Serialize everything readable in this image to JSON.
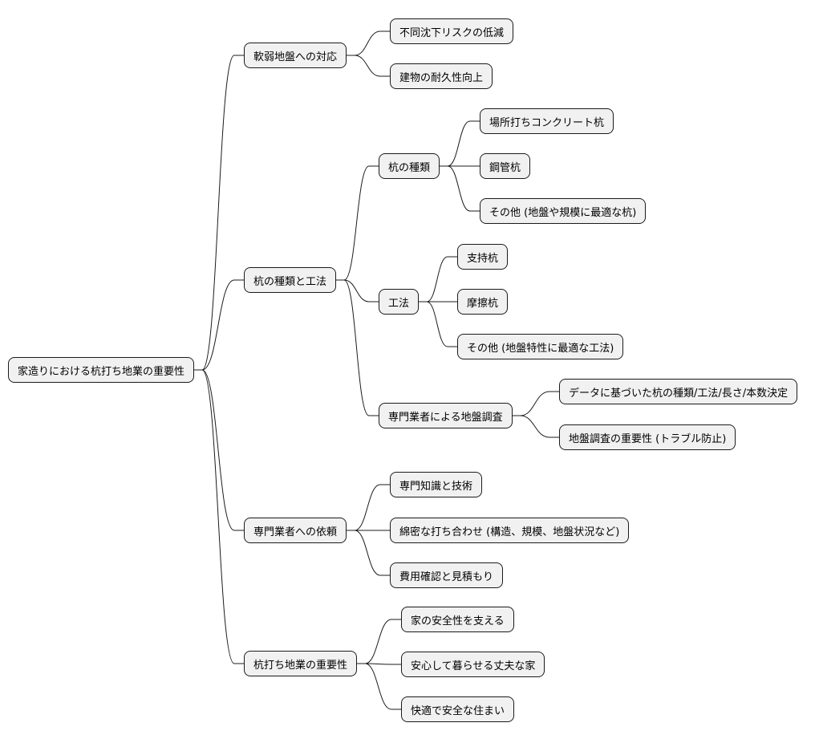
{
  "mindmap": {
    "root": {
      "label": "家造りにおける杭打ち地業の重要性",
      "children": [
        {
          "label": "軟弱地盤への対応",
          "children": [
            {
              "label": "不同沈下リスクの低減",
              "children": []
            },
            {
              "label": "建物の耐久性向上",
              "children": []
            }
          ]
        },
        {
          "label": "杭の種類と工法",
          "children": [
            {
              "label": "杭の種類",
              "children": [
                {
                  "label": "場所打ちコンクリート杭",
                  "children": []
                },
                {
                  "label": "鋼管杭",
                  "children": []
                },
                {
                  "label": "その他 (地盤や規模に最適な杭)",
                  "children": []
                }
              ]
            },
            {
              "label": "工法",
              "children": [
                {
                  "label": "支持杭",
                  "children": []
                },
                {
                  "label": "摩擦杭",
                  "children": []
                },
                {
                  "label": "その他 (地盤特性に最適な工法)",
                  "children": []
                }
              ]
            },
            {
              "label": "専門業者による地盤調査",
              "children": [
                {
                  "label": "データに基づいた杭の種類/工法/長さ/本数決定",
                  "children": []
                },
                {
                  "label": "地盤調査の重要性 (トラブル防止)",
                  "children": []
                }
              ]
            }
          ]
        },
        {
          "label": "専門業者への依頼",
          "children": [
            {
              "label": "専門知識と技術",
              "children": []
            },
            {
              "label": "綿密な打ち合わせ (構造、規模、地盤状況など)",
              "children": []
            },
            {
              "label": "費用確認と見積もり",
              "children": []
            }
          ]
        },
        {
          "label": "杭打ち地業の重要性",
          "children": [
            {
              "label": "家の安全性を支える",
              "children": []
            },
            {
              "label": "安心して暮らせる丈夫な家",
              "children": []
            },
            {
              "label": "快適で安全な住まい",
              "children": []
            }
          ]
        }
      ]
    }
  }
}
